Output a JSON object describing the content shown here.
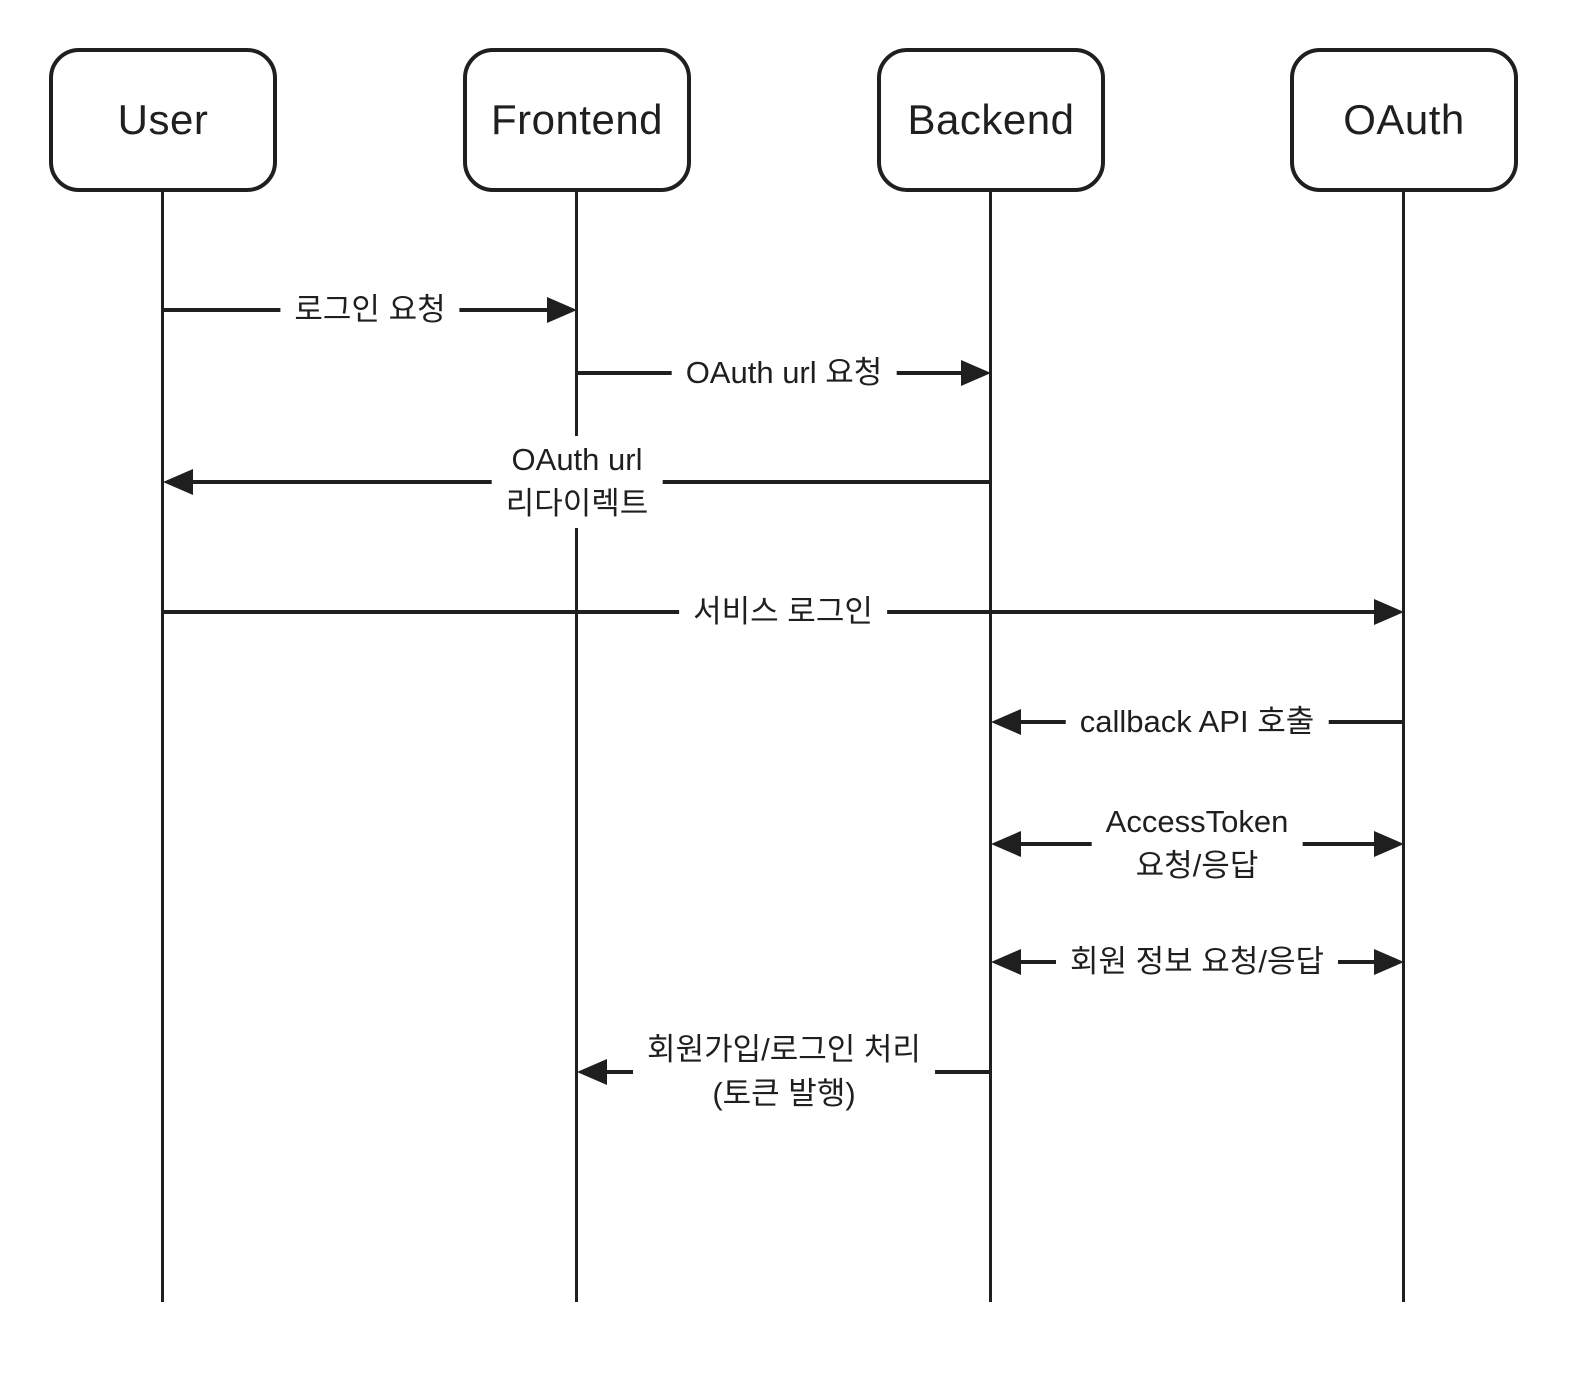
{
  "diagram": {
    "type": "sequence-diagram",
    "topic": "OAuth login flow",
    "colors": {
      "stroke": "#1f1f1f",
      "background": "#ffffff"
    },
    "actors": [
      {
        "name": "User"
      },
      {
        "name": "Frontend"
      },
      {
        "name": "Backend"
      },
      {
        "name": "OAuth"
      }
    ],
    "messages": [
      {
        "from": "User",
        "to": "Frontend",
        "direction": "right",
        "lines": [
          "로그인 요청"
        ]
      },
      {
        "from": "Frontend",
        "to": "Backend",
        "direction": "right",
        "lines": [
          "OAuth url 요청"
        ]
      },
      {
        "from": "Backend",
        "to": "User",
        "direction": "left",
        "lines": [
          "OAuth url",
          "리다이렉트"
        ]
      },
      {
        "from": "User",
        "to": "OAuth",
        "direction": "right",
        "lines": [
          "서비스 로그인"
        ]
      },
      {
        "from": "OAuth",
        "to": "Backend",
        "direction": "left",
        "lines": [
          "callback API 호출"
        ]
      },
      {
        "from": "Backend",
        "to": "OAuth",
        "direction": "both",
        "lines": [
          "AccessToken",
          "요청/응답"
        ]
      },
      {
        "from": "Backend",
        "to": "OAuth",
        "direction": "both",
        "lines": [
          "회원 정보 요청/응답"
        ]
      },
      {
        "from": "Backend",
        "to": "Frontend",
        "direction": "left",
        "lines": [
          "회원가입/로그인 처리",
          "(토큰 발행)"
        ]
      }
    ]
  }
}
